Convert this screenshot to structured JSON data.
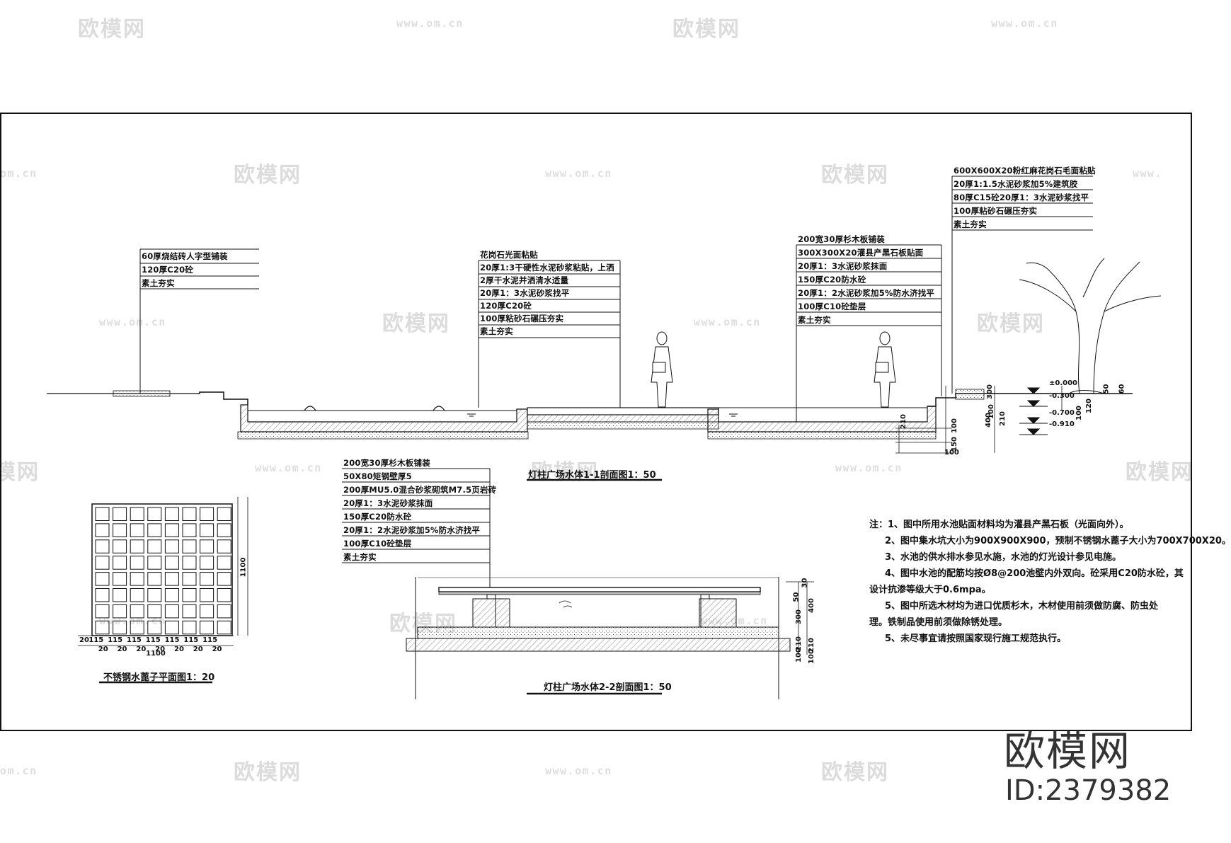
{
  "watermark": {
    "brand": "欧模网",
    "url": "www.om.cn",
    "url_partial_left": "om.cn",
    "url_partial_right": "www.",
    "brand_partial": "欧模网",
    "id_text": "ID:2379382"
  },
  "section_1_1": {
    "title": "灯柱广场水体1-1剖面图1：50",
    "callout_left": [
      "60厚烧结砖人字型铺装",
      "120厚C20砼",
      "素土夯实"
    ],
    "callout_mid": [
      "花岗石光面粘贴",
      "20厚1:3干硬性水泥砂浆粘贴，上洒",
      "2厚干水泥并洒清水适量",
      "20厚1：3水泥砂浆找平",
      "120厚C20砼",
      "100厚粘砂石碾压夯实",
      "素土夯实"
    ],
    "callout_right": [
      "200宽30厚杉木板铺装",
      "300X300X20灌县产黑石板贴面",
      "20厚1：3水泥砂浆抹面",
      "150厚C20防水砼",
      "20厚1：2水泥砂浆加5%防水济找平",
      "100厚C10砼垫层",
      "素土夯实"
    ],
    "callout_far_right": [
      "600X600X20粉红麻花岗石毛面粘贴",
      "20厚1:1.5水泥砂浆加5%建筑胶",
      "80厚C15砼20厚1：3水泥砂浆找平",
      "100厚粘砂石碾压夯实",
      "素土夯实"
    ],
    "levels": [
      "±0.000",
      "-0.300",
      "-0.700",
      "-0.910"
    ],
    "dims": [
      "300",
      "100",
      "400",
      "210",
      "100",
      "120",
      "50",
      "60",
      "150",
      "100",
      "210",
      "100"
    ]
  },
  "section_2_2": {
    "title": "灯柱广场水体2-2剖面图1：50",
    "callout": [
      "200宽30厚杉木板铺装",
      "50X80矩钢壁厚5",
      "200厚MU5.0混合砂浆砌筑M7.5页岩砖",
      "20厚1：3水泥砂浆抹面",
      "150厚C20防水砼",
      "20厚1：2水泥砂浆加5%防水济找平",
      "100厚C10砼垫层",
      "素土夯实"
    ],
    "dims": [
      "30",
      "50",
      "400",
      "300",
      "210",
      "100",
      "210",
      "100"
    ]
  },
  "grate_plan": {
    "title": "不锈钢水蓖子平面图1：20",
    "bottom_dims": [
      "20",
      "115",
      "20",
      "115",
      "20",
      "115",
      "20",
      "115",
      "20",
      "115",
      "20",
      "115",
      "20",
      "115",
      "20"
    ],
    "bottom_total": "1100",
    "right_total": "1100",
    "rows": 8,
    "cols": 8
  },
  "notes": {
    "lines": [
      "注：1、图中所用水池贴面材料均为灌县产黑石板（光面向外）。",
      "2、图中集水坑大小为900X900X900，预制不锈钢水蓖子大小为700X700X20。",
      "3、水池的供水排水参见水施，水池的灯光设计参见电施。",
      "4、图中水池的配筋均按Ø8@200池壁内外双向。砼采用C20防水砼，其",
      "设计抗渗等级大于0.6mpa。",
      "5、图中所选木材均为进口优质杉木，木材使用前须做防腐、防虫处",
      "理。铁制品使用前须做除锈处理。",
      "5、未尽事宜请按照国家现行施工规范执行。"
    ]
  },
  "colors": {
    "line": "#111111",
    "watermark": "#dcdcdc",
    "hatch": "#555555"
  }
}
